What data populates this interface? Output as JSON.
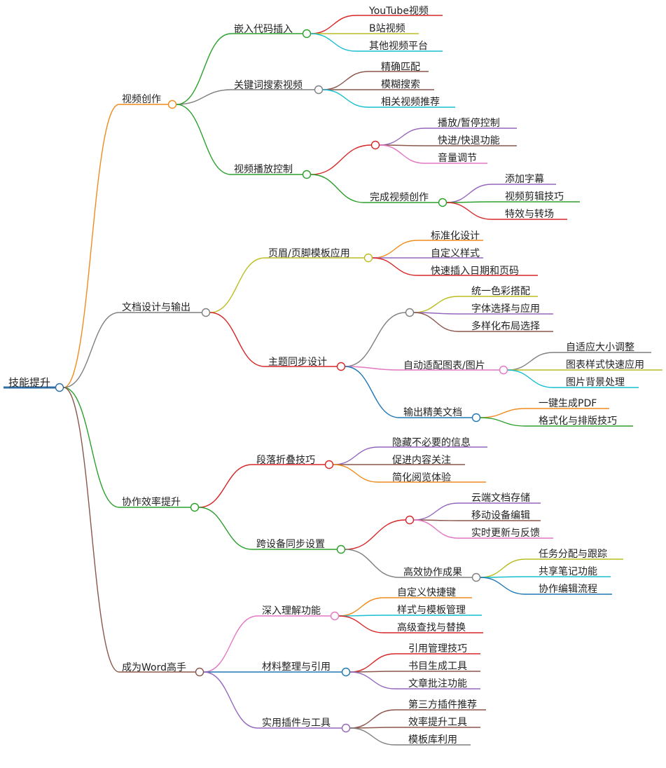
{
  "mindmap": {
    "root": "技能提升",
    "branches": [
      {
        "label": "视频创作",
        "color": "#f08c1e",
        "children": [
          {
            "label": "嵌入代码插入",
            "color": "#2ca02c",
            "children": [
              {
                "label": "YouTube视频",
                "color": "#d62728"
              },
              {
                "label": "B站视频",
                "color": "#bcbd22"
              },
              {
                "label": "其他视频平台",
                "color": "#17becf"
              }
            ]
          },
          {
            "label": "关键词搜索视频",
            "color": "#7f7f7f",
            "children": [
              {
                "label": "精确匹配",
                "color": "#8c564b"
              },
              {
                "label": "模糊搜索",
                "color": "#8c564b"
              },
              {
                "label": "相关视频推荐",
                "color": "#17becf"
              }
            ]
          },
          {
            "label": "视频播放控制",
            "color": "#2ca02c",
            "children": [
              {
                "label": "",
                "color": "#d62728",
                "children": [
                  {
                    "label": "播放/暂停控制",
                    "color": "#9467bd"
                  },
                  {
                    "label": "快进/快退功能",
                    "color": "#8c564b"
                  },
                  {
                    "label": "音量调节",
                    "color": "#e377c2"
                  }
                ]
              },
              {
                "label": "完成视频创作",
                "color": "#2ca02c",
                "children": [
                  {
                    "label": "添加字幕",
                    "color": "#9467bd"
                  },
                  {
                    "label": "视频剪辑技巧",
                    "color": "#2ca02c"
                  },
                  {
                    "label": "特效与转场",
                    "color": "#d62728"
                  }
                ]
              }
            ]
          }
        ]
      },
      {
        "label": "文档设计与输出",
        "color": "#7f7f7f",
        "children": [
          {
            "label": "页眉/页脚模板应用",
            "color": "#bcbd22",
            "children": [
              {
                "label": "标准化设计",
                "color": "#f08c1e"
              },
              {
                "label": "自定义样式",
                "color": "#9467bd"
              },
              {
                "label": "快速插入日期和页码",
                "color": "#d62728"
              }
            ]
          },
          {
            "label": "主题同步设计",
            "color": "#d62728",
            "children": [
              {
                "label": "",
                "color": "#7f7f7f",
                "children": [
                  {
                    "label": "统一色彩搭配",
                    "color": "#bcbd22"
                  },
                  {
                    "label": "字体选择与应用",
                    "color": "#9467bd"
                  },
                  {
                    "label": "多样化布局选择",
                    "color": "#8c564b"
                  }
                ]
              },
              {
                "label": "自动适配图表/图片",
                "color": "#e377c2",
                "children": [
                  {
                    "label": "自适应大小调整",
                    "color": "#7f7f7f"
                  },
                  {
                    "label": "图表样式快速应用",
                    "color": "#bcbd22"
                  },
                  {
                    "label": "图片背景处理",
                    "color": "#17becf"
                  }
                ]
              },
              {
                "label": "输出精美文档",
                "color": "#1f77b4",
                "children": [
                  {
                    "label": "一键生成PDF",
                    "color": "#f08c1e"
                  },
                  {
                    "label": "格式化与排版技巧",
                    "color": "#2ca02c"
                  }
                ]
              }
            ]
          }
        ]
      },
      {
        "label": "协作效率提升",
        "color": "#2ca02c",
        "children": [
          {
            "label": "段落折叠技巧",
            "color": "#d62728",
            "children": [
              {
                "label": "隐藏不必要的信息",
                "color": "#9467bd"
              },
              {
                "label": "促进内容关注",
                "color": "#8c564b"
              },
              {
                "label": "简化阅览体验",
                "color": "#f08c1e"
              }
            ]
          },
          {
            "label": "跨设备同步设置",
            "color": "#2ca02c",
            "children": [
              {
                "label": "",
                "color": "#d62728",
                "children": [
                  {
                    "label": "云端文档存储",
                    "color": "#9467bd"
                  },
                  {
                    "label": "移动设备编辑",
                    "color": "#8c564b"
                  },
                  {
                    "label": "实时更新与反馈",
                    "color": "#e377c2"
                  }
                ]
              },
              {
                "label": "高效协作成果",
                "color": "#7f7f7f",
                "children": [
                  {
                    "label": "任务分配与跟踪",
                    "color": "#bcbd22"
                  },
                  {
                    "label": "共享笔记功能",
                    "color": "#17becf"
                  },
                  {
                    "label": "协作编辑流程",
                    "color": "#1f77b4"
                  }
                ]
              }
            ]
          }
        ]
      },
      {
        "label": "成为Word高手",
        "color": "#8c564b",
        "children": [
          {
            "label": "深入理解功能",
            "color": "#e377c2",
            "children": [
              {
                "label": "自定义快捷键",
                "color": "#f08c1e"
              },
              {
                "label": "样式与模板管理",
                "color": "#17becf"
              },
              {
                "label": "高级查找与替换",
                "color": "#d62728"
              }
            ]
          },
          {
            "label": "材料整理与引用",
            "color": "#1f77b4",
            "children": [
              {
                "label": "引用管理技巧",
                "color": "#d62728"
              },
              {
                "label": "书目生成工具",
                "color": "#8c564b"
              },
              {
                "label": "文章批注功能",
                "color": "#9467bd"
              }
            ]
          },
          {
            "label": "实用插件与工具",
            "color": "#9467bd",
            "children": [
              {
                "label": "第三方插件推荐",
                "color": "#8c564b"
              },
              {
                "label": "效率提升工具",
                "color": "#8c564b"
              },
              {
                "label": "模板库利用",
                "color": "#7f7f7f"
              }
            ]
          }
        ]
      }
    ]
  }
}
